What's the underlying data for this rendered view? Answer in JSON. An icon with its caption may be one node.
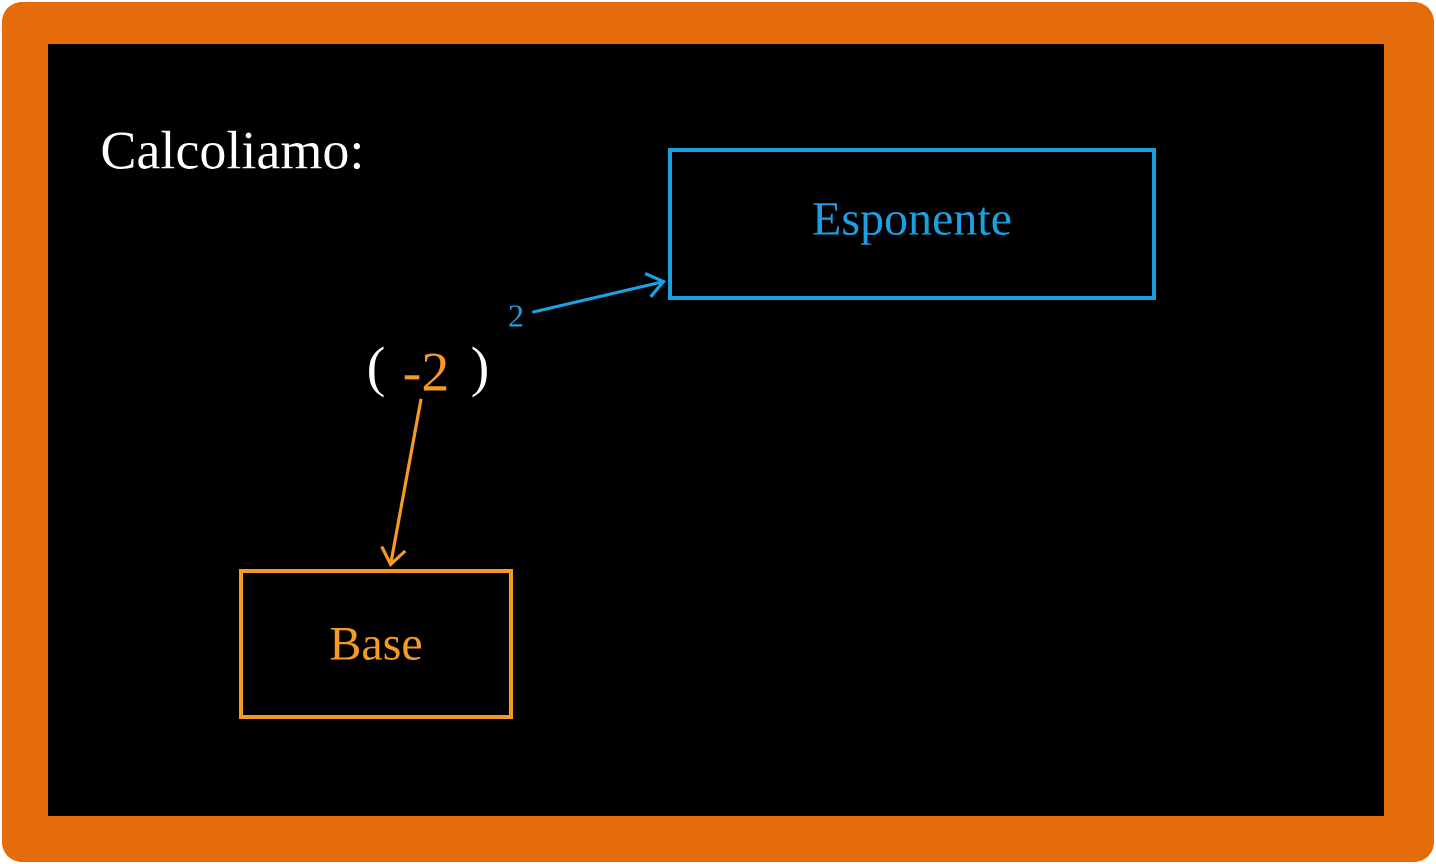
{
  "diagram": {
    "title": "Calcoliamo:",
    "nodes": [
      {
        "text": [
          "-2"
        ]
      },
      {
        "text": [
          "2"
        ]
      },
      {
        "text": [
          "Esponente"
        ]
      },
      {
        "text": [
          "Base"
        ]
      }
    ],
    "edges": [
      {
        "from": 1,
        "to": 2,
        "arrow": "to",
        "color": "#1ba1e2"
      },
      {
        "from": 0,
        "to": 3,
        "arrow": "to",
        "color": "#f59a23"
      }
    ],
    "labels": [
      "(",
      ")"
    ]
  }
}
